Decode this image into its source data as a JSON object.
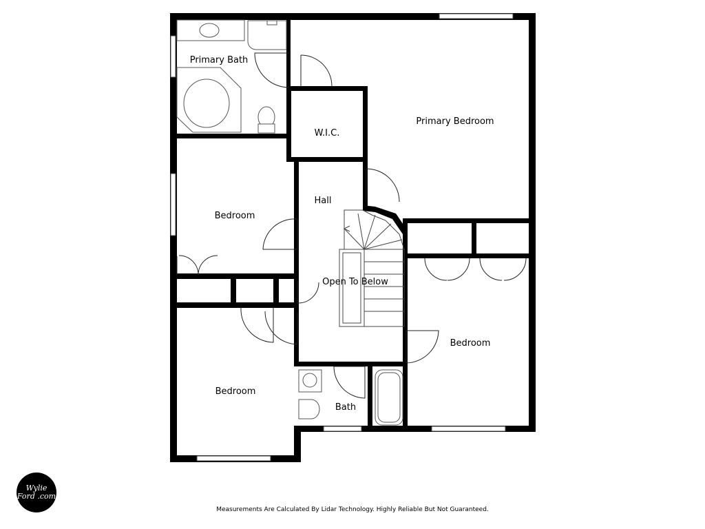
{
  "rooms": {
    "primary_bath": "Primary Bath",
    "primary_bedroom": "Primary Bedroom",
    "wic": "W.I.C.",
    "hall": "Hall",
    "bedroom_west": "Bedroom",
    "open_to_below": "Open To Below",
    "bedroom_east": "Bedroom",
    "bedroom_southwest": "Bedroom",
    "bath": "Bath"
  },
  "footer": {
    "disclaimer": "Measurements Are Calculated By Lidar Technology. Highly Reliable But Not Guaranteed."
  },
  "logo": {
    "text": "Wylie Ford .com"
  }
}
